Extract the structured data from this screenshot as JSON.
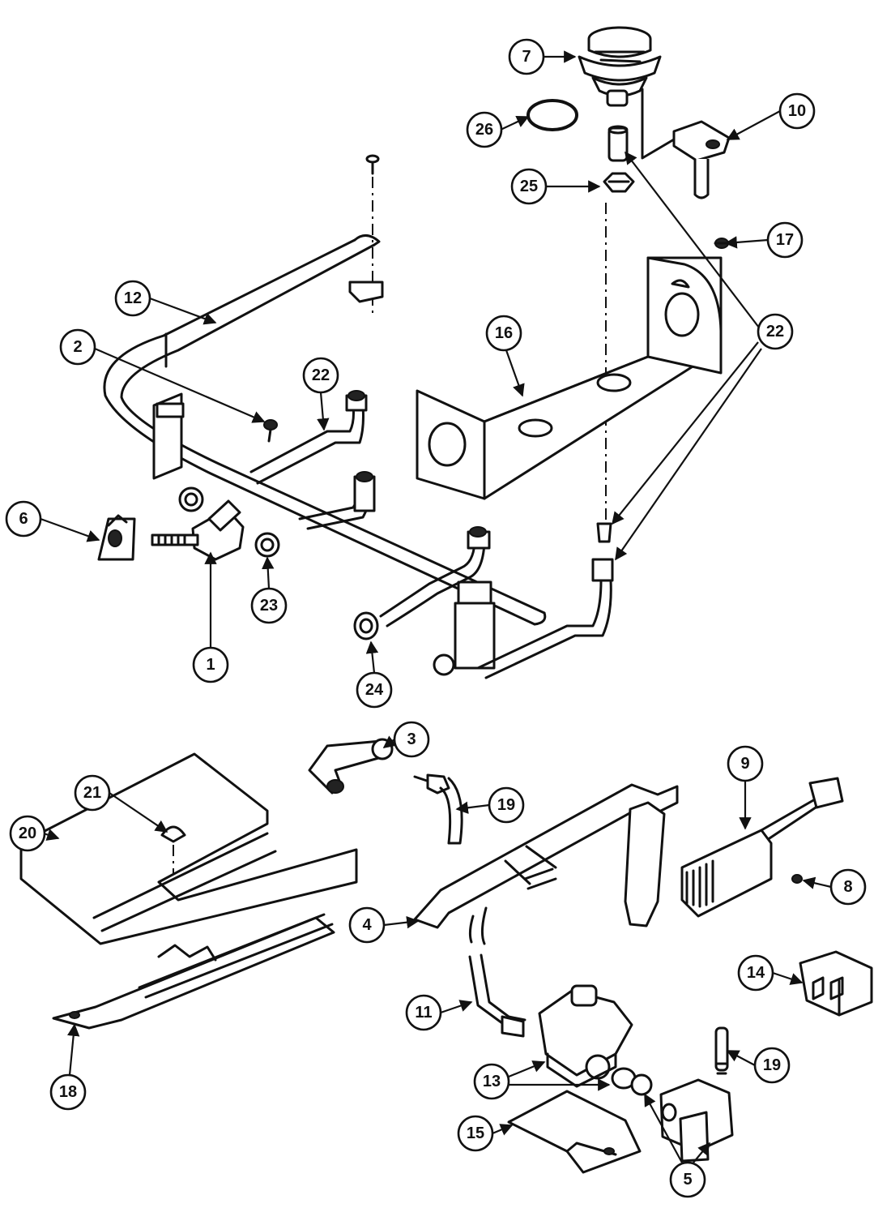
{
  "callouts": [
    {
      "label": "1"
    },
    {
      "label": "2"
    },
    {
      "label": "3"
    },
    {
      "label": "4"
    },
    {
      "label": "5"
    },
    {
      "label": "5"
    },
    {
      "label": "6"
    },
    {
      "label": "7"
    },
    {
      "label": "8"
    },
    {
      "label": "9"
    },
    {
      "label": "10"
    },
    {
      "label": "11"
    },
    {
      "label": "12"
    },
    {
      "label": "13"
    },
    {
      "label": "13"
    },
    {
      "label": "14"
    },
    {
      "label": "15"
    },
    {
      "label": "16"
    },
    {
      "label": "17"
    },
    {
      "label": "18"
    },
    {
      "label": "19"
    },
    {
      "label": "19"
    },
    {
      "label": "20"
    },
    {
      "label": "21"
    },
    {
      "label": "22"
    },
    {
      "label": "22"
    },
    {
      "label": "22"
    },
    {
      "label": "22"
    },
    {
      "label": "23"
    },
    {
      "label": "24"
    },
    {
      "label": "25"
    },
    {
      "label": "26"
    }
  ]
}
